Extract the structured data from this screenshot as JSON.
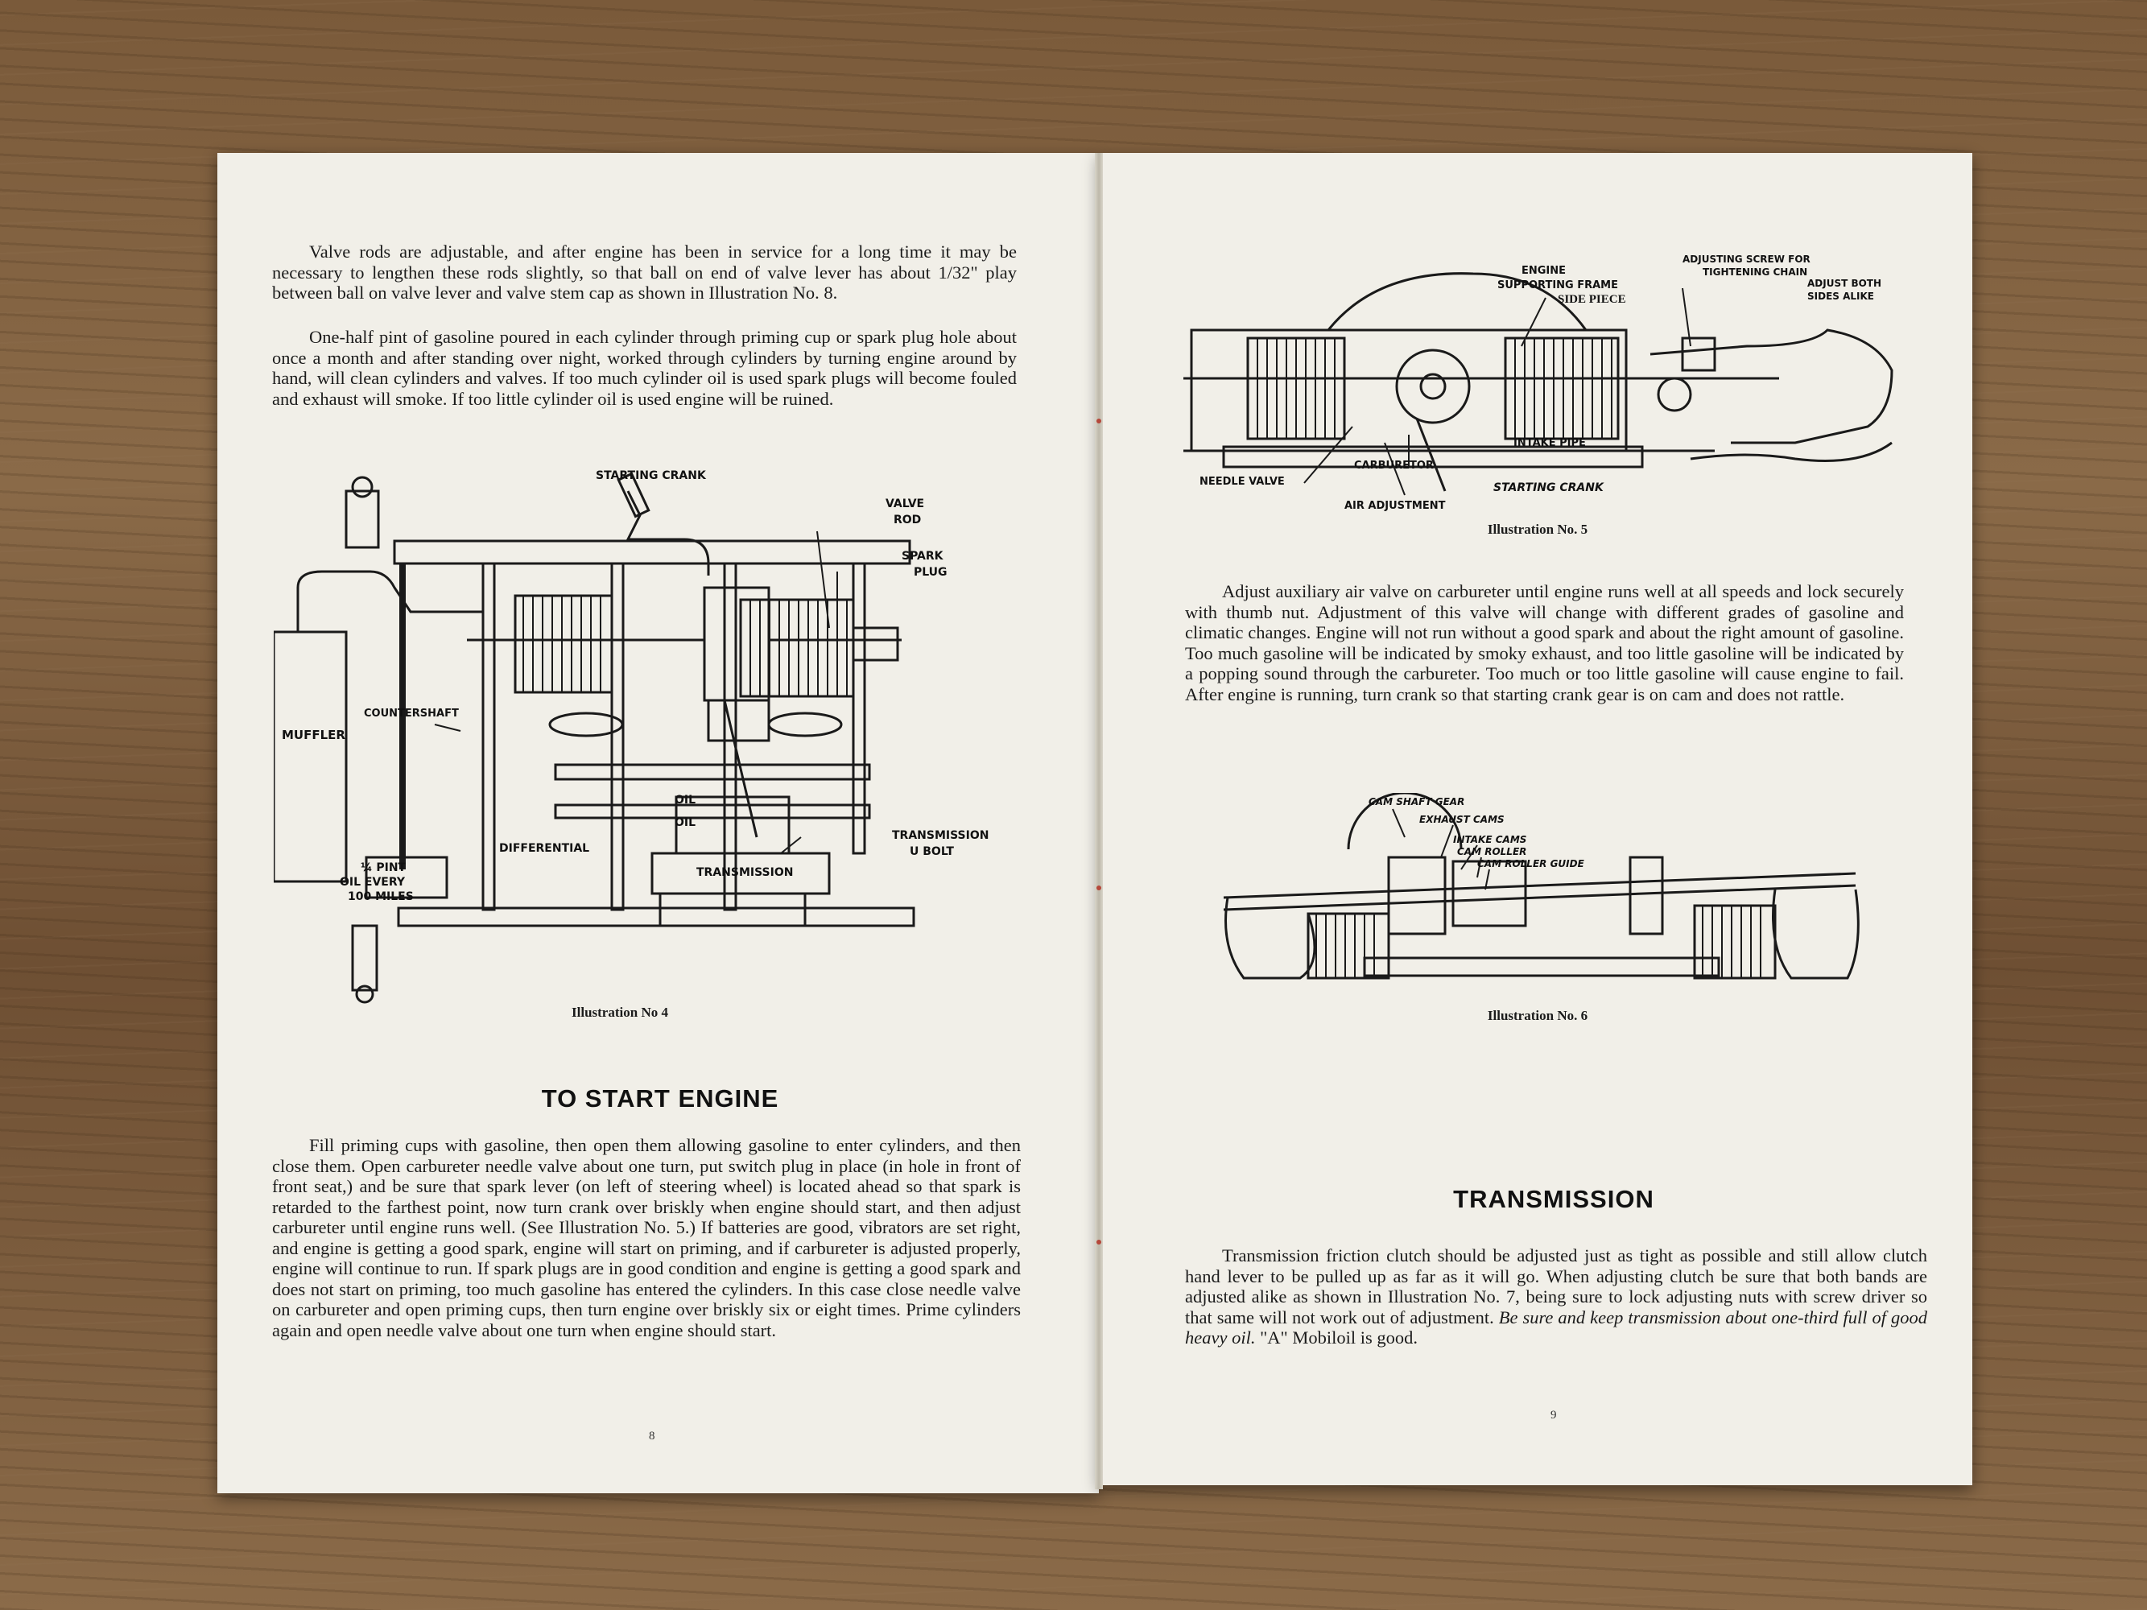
{
  "left_page": {
    "para1": "Valve rods are adjustable, and after engine has been in service for a long time it may be necessary to lengthen these rods slightly, so that ball on end of valve lever has about 1/32\" play between ball on valve lever and valve stem cap as shown in Illustration No. 8.",
    "para2": "One-half pint of gasoline poured in each cylinder through priming cup or spark plug hole about once a month and after standing over night, worked through cylinders by turning engine around by hand, will clean cylinders and valves.  If too much cylinder oil is used spark plugs will become fouled and exhaust will smoke.  If too little cylinder oil is used engine will be ruined.",
    "illustration4": {
      "caption": "Illustration No 4",
      "labels": {
        "starting_crank": "STARTING CRANK",
        "valve": "VALVE",
        "rod": "ROD",
        "spark": "SPARK",
        "plug": "PLUG",
        "muffler": "MUFFLER",
        "countershaft": "COUNTERSHAFT",
        "oil1": "OIL",
        "oil2": "OIL",
        "transmission_label": "TRANSMISSION",
        "u_bolt": "U BOLT",
        "differential": "DIFFERENTIAL",
        "transmission": "TRANSMISSION",
        "pint": "¼ PINT",
        "oil_every": "OIL EVERY",
        "miles": "100 MILES"
      }
    },
    "heading": "TO START ENGINE",
    "para3": "Fill priming cups with gasoline, then open them allowing gasoline to enter cylinders, and then close them.  Open carbureter needle valve about one turn, put switch plug in place (in hole in front of front seat,) and be sure that spark lever (on left of steering wheel) is located ahead so that spark is retarded to the farthest point, now turn crank over briskly when engine should start, and then adjust carbureter until engine runs well.  (See Illustration No. 5.)  If batteries are good, vibrators are set right, and engine is getting a good spark, engine will start on priming, and if carbureter is adjusted properly, engine will continue to run.  If spark plugs are in good condition and engine is getting a good spark and does not start on priming, too much gasoline has entered the cylinders.  In this case close needle valve on carbureter and open priming cups, then turn engine over briskly six or eight times.  Prime cylinders again and open needle valve about one turn when engine should start.",
    "page_number": "8"
  },
  "right_page": {
    "illustration5": {
      "caption": "Illustration No. 5",
      "labels": {
        "engine": "ENGINE",
        "supporting_frame": "SUPPORTING FRAME",
        "side_piece": "SIDE PIECE",
        "adjusting_screw": "ADJUSTING SCREW FOR",
        "tightening_chain": "TIGHTENING CHAIN",
        "adjust_both": "ADJUST BOTH",
        "sides_alike": "SIDES ALIKE",
        "intake_pipe": "INTAKE PIPE",
        "needle_valve": "NEEDLE VALVE",
        "carburetor": "CARBURETOR",
        "starting_crank": "STARTING CRANK",
        "air_adjustment": "AIR ADJUSTMENT"
      }
    },
    "para1": "Adjust auxiliary air valve on carbureter until engine runs well at all speeds and lock securely with thumb nut.  Adjustment of this valve will change with different grades of gasoline and climatic changes.  Engine will not run without a good spark and about the right amount of gasoline.  Too much gasoline will be indicated by smoky exhaust, and too little gasoline will be indicated by a popping sound through the carbureter.  Too much or too little gasoline will cause engine to fail.  After engine is running, turn crank so that starting crank gear is on cam and does not rattle.",
    "illustration6": {
      "caption": "Illustration No. 6",
      "labels": {
        "cam_shaft_gear": "CAM SHAFT GEAR",
        "exhaust_cams": "EXHAUST CAMS",
        "intake_cams": "INTAKE CAMS",
        "cam_roller": "CAM ROLLER",
        "cam_roller_guide": "CAM ROLLER GUIDE"
      }
    },
    "heading": "TRANSMISSION",
    "para2_plain": "Transmission friction clutch should be adjusted just as tight as possible and still allow clutch hand lever to be pulled up as far as it will go.  When adjusting clutch be sure that both bands are adjusted alike as shown in Illustration No. 7, being sure to lock adjusting nuts with screw driver so that same will not work out of adjustment. ",
    "para2_italic": "Be sure and keep transmission about one-third full of good heavy oil.",
    "para2_end": " \"A\" Mobiloil is good.",
    "page_number": "9"
  }
}
